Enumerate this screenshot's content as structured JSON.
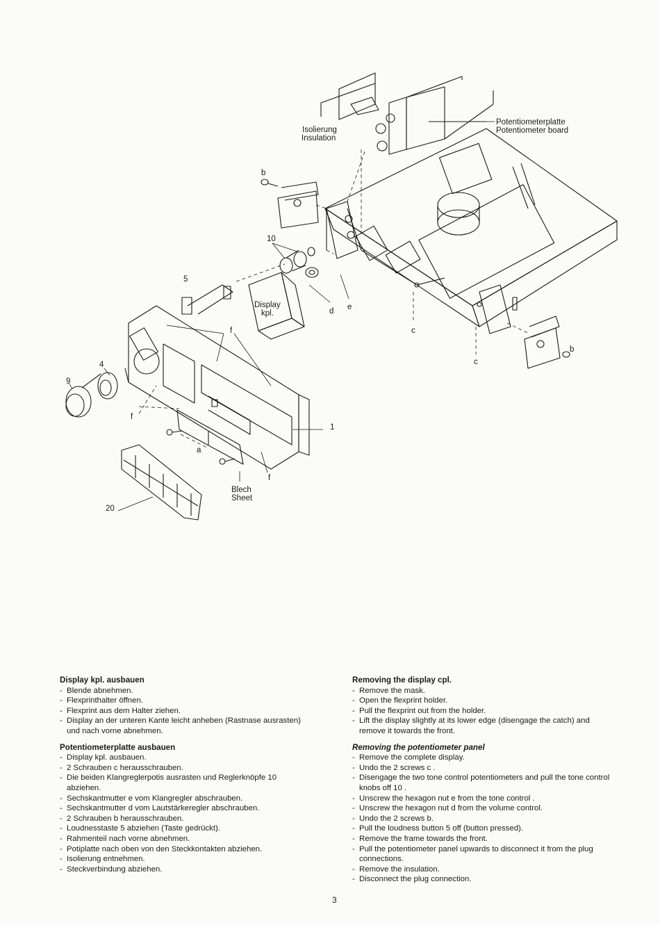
{
  "diagram": {
    "labels": {
      "isolierung": "Isolierung",
      "insulation": "Insulation",
      "pot_board_de": "Potentiometerplatte",
      "pot_board_en": "Potentiometer board",
      "b": "b",
      "ten": "10",
      "five": "5",
      "display": "Display",
      "kpl": "kpl.",
      "d": "d",
      "e": "e",
      "f": "f",
      "c": "c",
      "four": "4",
      "nine": "9",
      "one": "1",
      "a": "a",
      "blech": "Blech",
      "sheet": "Sheet",
      "twenty": "20"
    }
  },
  "german": {
    "section1": {
      "heading": "Display kpl. ausbauen",
      "steps": [
        "Blende abnehmen.",
        "Flexprinthalter öffnen.",
        "Flexprint aus dem Halter ziehen.",
        "Display an der unteren Kante leicht anheben (Rastnase ausrasten) und nach vorne abnehmen."
      ]
    },
    "section2": {
      "heading": "Potentiometerplatte ausbauen",
      "steps": [
        "Display kpl. ausbauen.",
        "2 Schrauben c herausschrauben.",
        "Die beiden Klangreglerpotis ausrasten und Reglerknöpfe 10 abziehen.",
        "Sechskantmutter e vom Klangregler abschrauben.",
        "Sechskantmutter d vom Lautstärkeregler abschrauben.",
        "2 Schrauben b herausschrauben.",
        "Loudnesstaste 5 abziehen (Taste gedrückt).",
        "Rahmenteil nach vorne abnehmen.",
        "Potiplatte nach oben von den Steckkontakten abziehen.",
        "Isolierung entnehmen.",
        "Steckverbindung abziehen."
      ]
    }
  },
  "english": {
    "section1": {
      "heading": "Removing the display cpl.",
      "steps": [
        "Remove the mask.",
        "Open the flexprint holder.",
        "Pull the flexprint out from the holder.",
        "Lift the display slightly at its lower edge (disengage the catch) and remove it towards the front."
      ]
    },
    "section2": {
      "heading": "Removing the potentiometer panel",
      "steps": [
        "Remove the complete display.",
        "Undo the 2 screws c .",
        "Disengage the two tone control potentiometers and pull the tone control knobs off 10 .",
        "Unscrew the hexagon nut e from the tone control .",
        "Unscrew the hexagon nut d from the volume control.",
        "Undo the 2 screws b.",
        "Pull the loudness button 5 off (button pressed).",
        "Remove the frame towards the front.",
        "Pull the potentiometer panel upwards to disconnect it from the plug connections.",
        "Remove the insulation.",
        "Disconnect the plug connection."
      ]
    }
  },
  "page_number": "3"
}
